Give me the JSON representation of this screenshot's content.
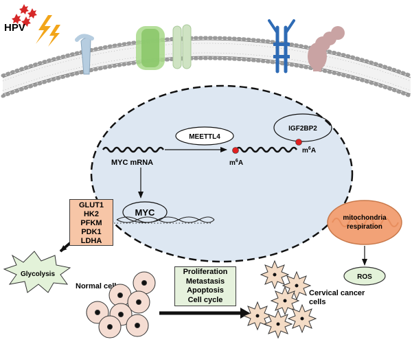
{
  "labels": {
    "hpv": "HPV",
    "meettl4": "MEETTL4",
    "igf2bp2": "IGF2BP2",
    "myc_mrna": "MYC mRNA",
    "m6a_base": "m",
    "m6a_sup": "6",
    "m6a_tail": "A",
    "myc": "MYC",
    "glycolysis": "Glycolysis",
    "normal_cells": "Normal cells",
    "cervical_cancer_line1": "Cervical cancer",
    "cervical_cancer_line2": "cells",
    "mito_line1": "mitochondria",
    "mito_line2": "respiration",
    "ros": "ROS"
  },
  "enzymes": [
    "GLUT1",
    "HK2",
    "PFKM",
    "PDK1",
    "LDHA"
  ],
  "outcomes": [
    "Proliferation",
    "Metastasis",
    "Apoptosis",
    "Cell cycle"
  ],
  "colors": {
    "nucleus": "#dde7f2",
    "enzyme_box": "#f7c6a7",
    "outcome_box": "#e6f2dd",
    "mitochondria": "#f2a277",
    "cancer_cell": "#f4dcc6",
    "normal_cell": "#f5ddd3",
    "ros_fill": "#e3f2d9",
    "glycolysis_fill": "#e3f2d9",
    "m6a_dot": "#e02020",
    "hpv_star": "#d62828",
    "lightning": "#f2a51a"
  },
  "icons": [
    "hpv-virus-icon",
    "lightning-icon",
    "membrane-receptor-icon",
    "mitochondria-icon",
    "dna-helix-icon"
  ]
}
